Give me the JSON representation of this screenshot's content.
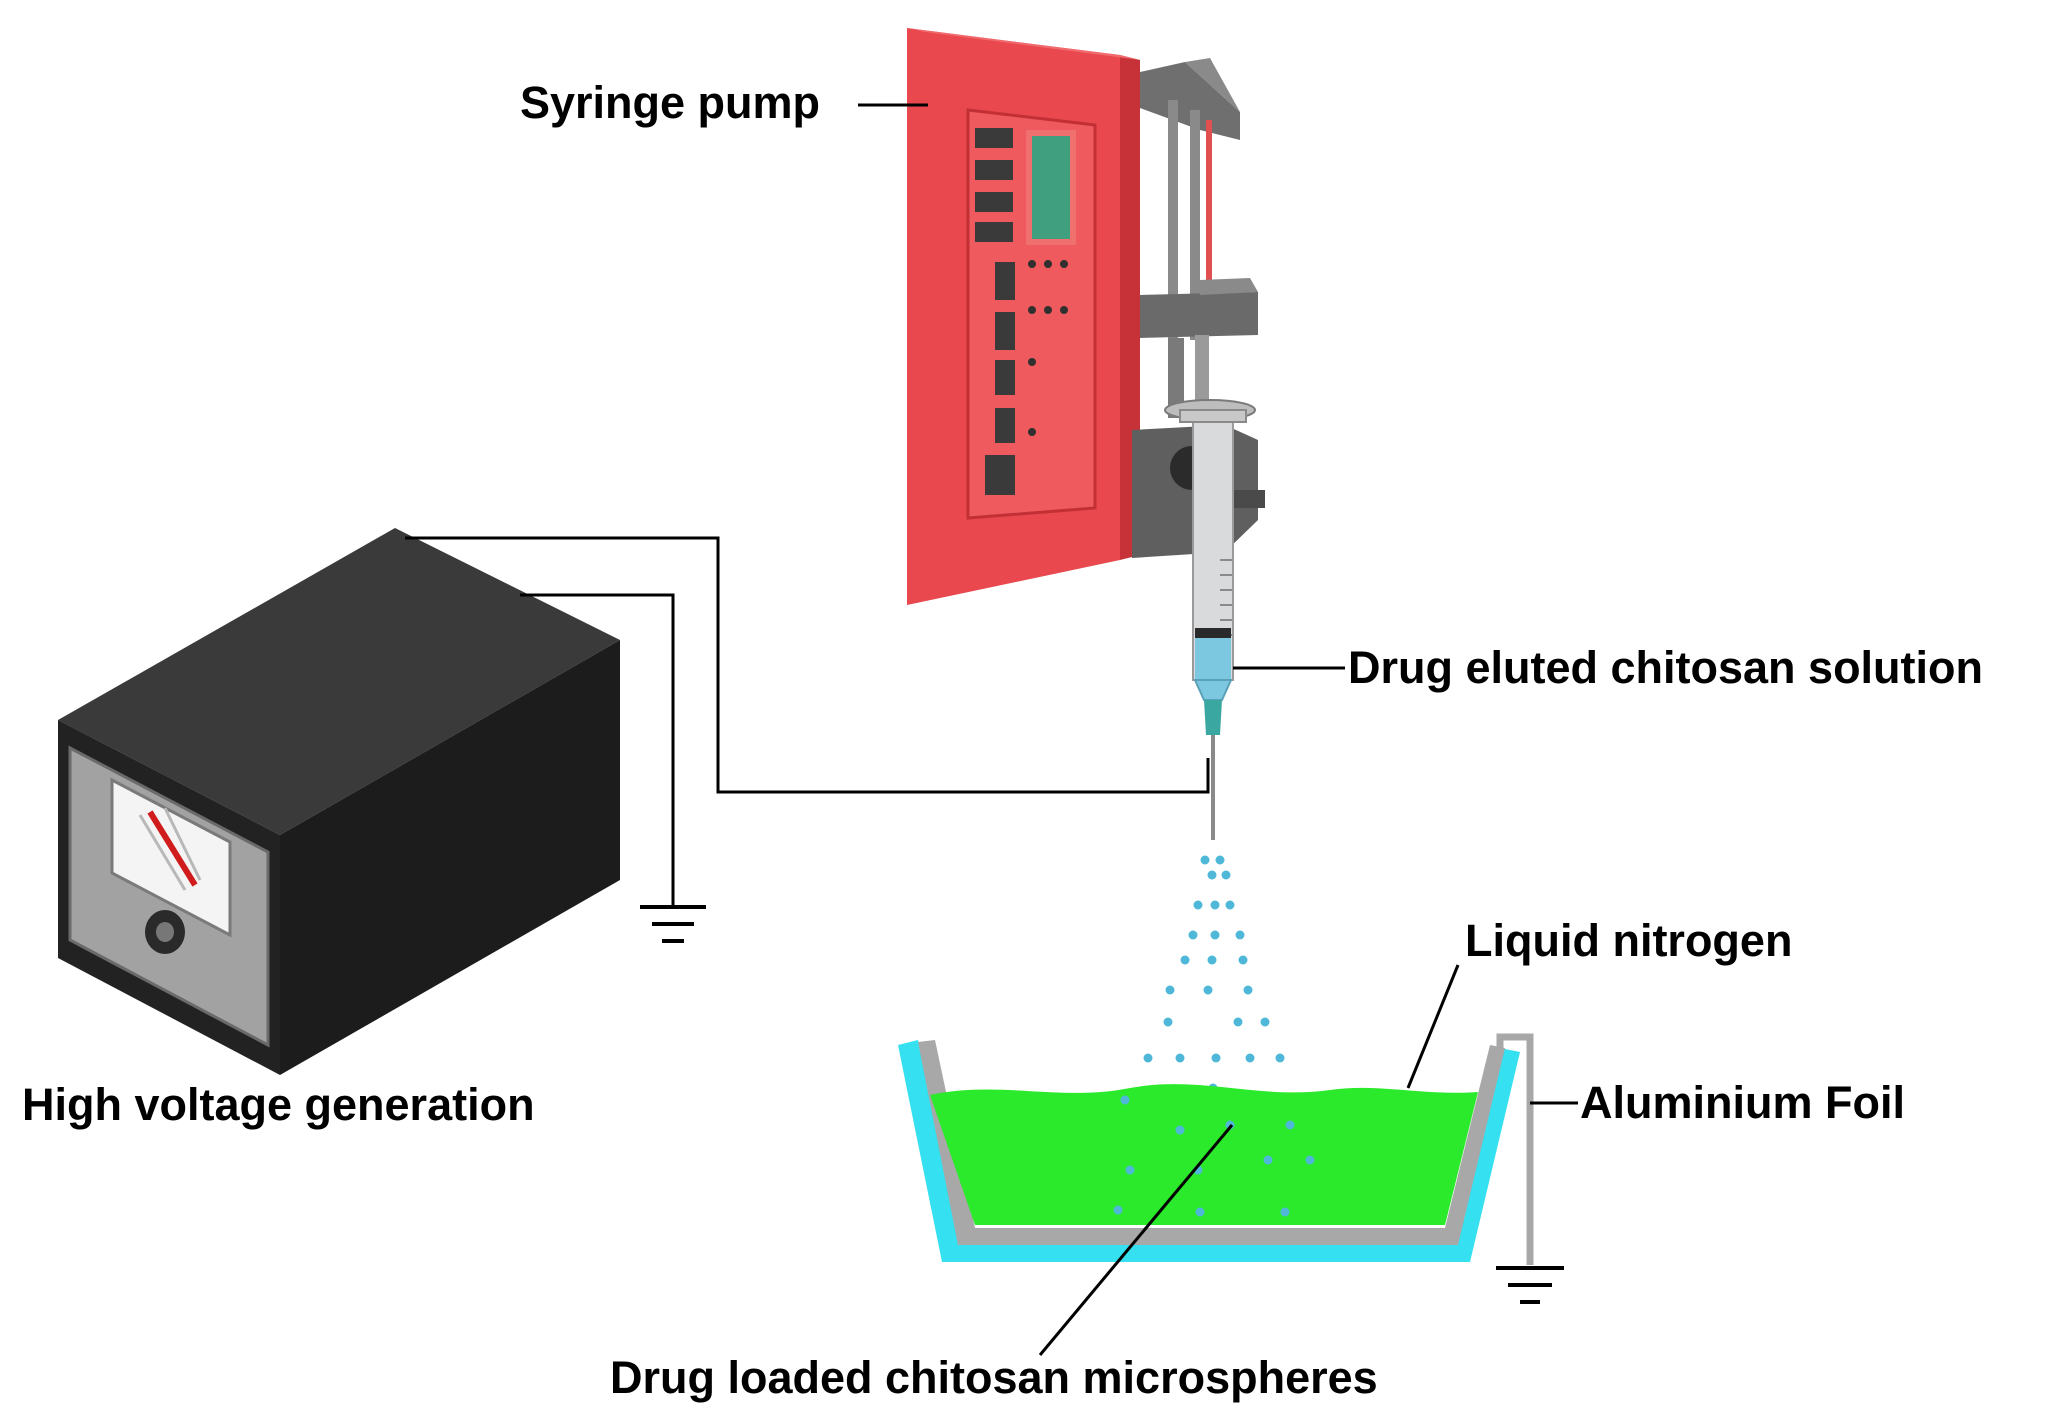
{
  "labels": {
    "syringe_pump": "Syringe pump",
    "drug_solution": "Drug eluted chitosan solution",
    "liquid_nitrogen": "Liquid nitrogen",
    "aluminium_foil": "Aluminium Foil",
    "high_voltage": "High voltage generation",
    "microspheres": "Drug loaded chitosan microspheres"
  },
  "colors": {
    "pump_body": "#e8484e",
    "pump_side": "#d63a40",
    "pump_panel": "#ef5a5e",
    "display": "#3f9f7f",
    "clamp_gray": "#6f6f6f",
    "generator_body": "#2b2b2b",
    "generator_front": "#9a9a9a",
    "liquid_nitrogen": "#2bea2b",
    "dish_blue": "#35e0f0",
    "foil": "#a8a8a8",
    "droplet": "#4fb8d8",
    "needle": "#3aa7a0",
    "solution": "#7cc8e0"
  }
}
